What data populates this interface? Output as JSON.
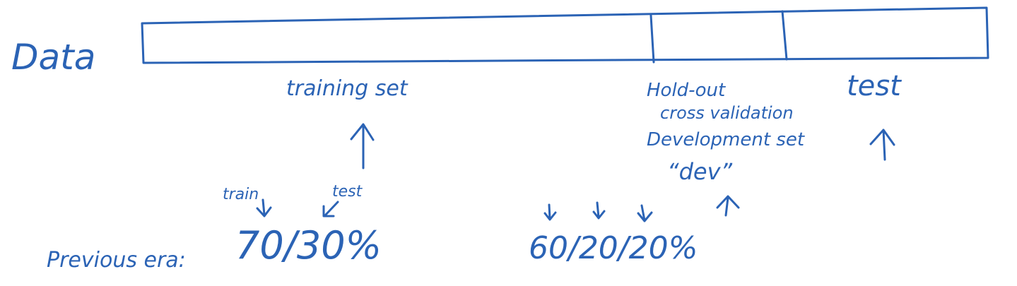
{
  "ink_color": "#2b63b5",
  "data_label": "Data",
  "segments": {
    "training": "training set",
    "holdout_line1": "Hold-out",
    "holdout_line2": "cross validation",
    "development": "Development set",
    "dev_short": "“dev”",
    "test": "test"
  },
  "split_labels": {
    "train": "train",
    "test": "test"
  },
  "previous_era_label": "Previous era:",
  "ratio_two_way": "70/30%",
  "ratio_three_way": "60/20/20%",
  "icons": [
    "up-arrow-icon",
    "down-arrow-icon"
  ]
}
